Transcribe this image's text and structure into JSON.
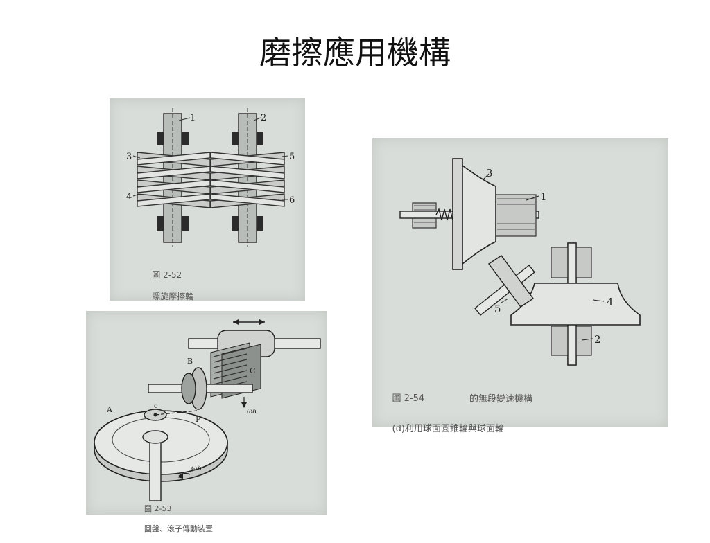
{
  "slide": {
    "title": "磨擦應用機構"
  },
  "fig52": {
    "caption_num": "圖 2-52",
    "caption_text": "螺旋摩擦輪",
    "labels": [
      "1",
      "2",
      "3",
      "4",
      "5",
      "6"
    ]
  },
  "fig53": {
    "caption_num": "圖 2-53",
    "caption_text": "圓盤、滾子傳動裝置",
    "labels": {
      "A": "A",
      "B": "B",
      "C": "C",
      "P": "P",
      "c": "c",
      "wa": "ωa",
      "wb": "ωb"
    }
  },
  "fig54": {
    "caption_num": "圖 2-54",
    "caption_line1": "(d)利用球面圓錐輪與球面輪",
    "caption_line2": "的無段變速機構",
    "labels": [
      "1",
      "2",
      "3",
      "4",
      "5"
    ]
  }
}
